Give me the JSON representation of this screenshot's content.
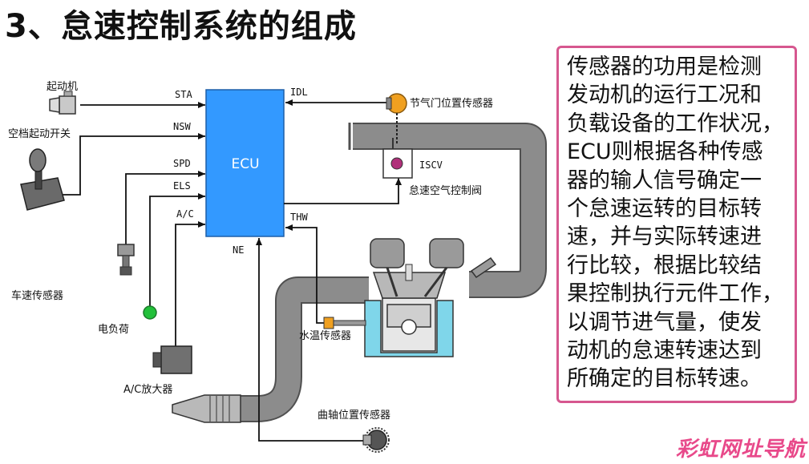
{
  "title": "3、怠速控制系统的组成",
  "colors": {
    "ecu_fill": "#3399ff",
    "pipe_gray": "#8a8a8a",
    "note_border": "#d6578f",
    "el_load_dot": "#22c03a",
    "tps_orange": "#f0a020",
    "water_jacket": "#7fd6ea",
    "watermark": "#e8498a"
  },
  "ecu": {
    "label": "ECU",
    "inputs_left": [
      "STA",
      "NSW",
      "SPD",
      "ELS",
      "A/C"
    ],
    "inputs_right": [
      "IDL",
      "THW"
    ],
    "bottom_input": "NE"
  },
  "components": {
    "starter": "起动机",
    "neutral_switch": "空档起动开关",
    "vss": "车速传感器",
    "el_load": "电负荷",
    "ac_amp": "A/C放大器",
    "tps": "节气门位置传感器",
    "iscv_code": "ISCV",
    "iscv_name": "怠速空气控制阀",
    "coolant": "水温传感器",
    "crank": "曲轴位置传感器"
  },
  "note_lines": [
    "传感器的功用是检测",
    "发动机的运行工况和",
    "负载设备的工作状况，",
    "ECU则根据各种传感",
    "器的输人信号确定一",
    "个怠速运转的目标转",
    "速，并与实际转速进",
    "行比较，根据比较结",
    "果控制执行元件工作，",
    "以调节进气量，使发",
    "动机的怠速转速达到",
    "所确定的目标转速。"
  ],
  "watermark": "彩虹网址导航"
}
